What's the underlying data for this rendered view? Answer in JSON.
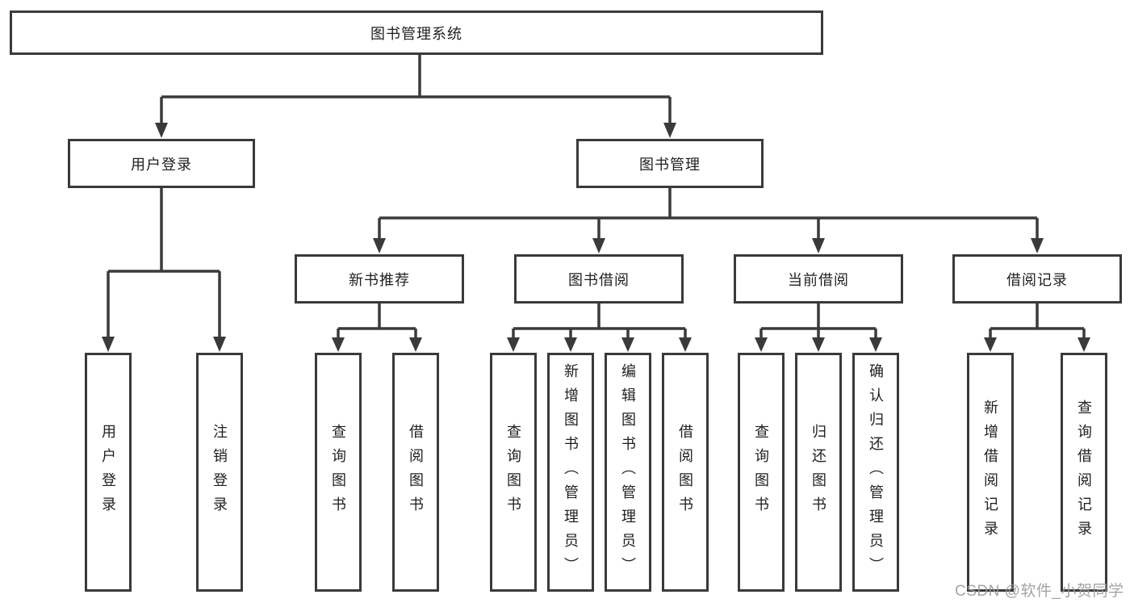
{
  "diagram": {
    "type": "hierarchy-tree",
    "colors": {
      "line": "#3a3a3a",
      "text": "#212121",
      "box_background": "#ffffff",
      "watermark": "#9b9b9b"
    },
    "nodes": {
      "root": "图书管理系统",
      "userLogin": "用户登录",
      "bookManagement": "图书管理",
      "newBookRecommend": "新书推荐",
      "bookBorrow": "图书借阅",
      "currentBorrow": "当前借阅",
      "borrowRecords": "借阅记录",
      "leafUserLogin": "用户登录",
      "leafLogout": "注销登录",
      "leafQueryBooks1": "查询图书",
      "leafBorrowBooks1": "借阅图书",
      "leafQueryBooks2": "查询图书",
      "leafAddBooks": "新增图书（管理员）",
      "leafEditBooks": "编辑图书（管理员）",
      "leafBorrowBooks2": "借阅图书",
      "leafQueryBooks3": "查询图书",
      "leafReturnBooks": "归还图书",
      "leafConfirmReturn": "确认归还（管理员）",
      "leafAddBorrowRecord": "新增借阅记录",
      "leafQueryBorrowRecord": "查询借阅记录"
    },
    "tree": {
      "图书管理系统": {
        "用户登录": [
          "用户登录",
          "注销登录"
        ],
        "图书管理": {
          "新书推荐": [
            "查询图书",
            "借阅图书"
          ],
          "图书借阅": [
            "查询图书",
            "新增图书（管理员）",
            "编辑图书（管理员）",
            "借阅图书"
          ],
          "当前借阅": [
            "查询图书",
            "归还图书",
            "确认归还（管理员）"
          ],
          "借阅记录": [
            "新增借阅记录",
            "查询借阅记录"
          ]
        }
      }
    },
    "watermark": "CSDN @软件_小贺同学"
  }
}
